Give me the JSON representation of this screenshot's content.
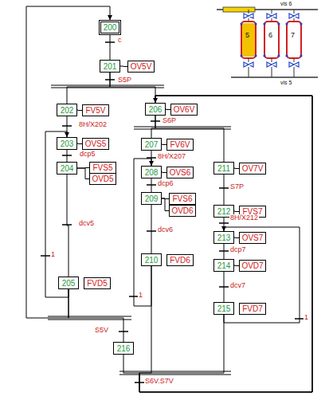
{
  "diagram": {
    "nodes": [
      {
        "text": [
          "200"
        ]
      },
      {
        "text": [
          "201"
        ]
      },
      {
        "text": [
          "OV5V"
        ]
      },
      {
        "text": [
          "202"
        ]
      },
      {
        "text": [
          "FV5V"
        ]
      },
      {
        "text": [
          "206"
        ]
      },
      {
        "text": [
          "OV6V"
        ]
      },
      {
        "text": [
          "203"
        ]
      },
      {
        "text": [
          "OVS5"
        ]
      },
      {
        "text": [
          "204"
        ]
      },
      {
        "text": [
          "FVS5"
        ]
      },
      {
        "text": [
          "OVD5"
        ]
      },
      {
        "text": [
          "207"
        ]
      },
      {
        "text": [
          "FV6V"
        ]
      },
      {
        "text": [
          "208"
        ]
      },
      {
        "text": [
          "OVS6"
        ]
      },
      {
        "text": [
          "211"
        ]
      },
      {
        "text": [
          "OV7V"
        ]
      },
      {
        "text": [
          "209"
        ]
      },
      {
        "text": [
          "FVS6"
        ]
      },
      {
        "text": [
          "OVD6"
        ]
      },
      {
        "text": [
          "212"
        ]
      },
      {
        "text": [
          "FVS7"
        ]
      },
      {
        "text": [
          "213"
        ]
      },
      {
        "text": [
          "OVS7"
        ]
      },
      {
        "text": [
          "214"
        ]
      },
      {
        "text": [
          "OVD7"
        ]
      },
      {
        "text": [
          "210"
        ]
      },
      {
        "text": [
          "FVD6"
        ]
      },
      {
        "text": [
          "205"
        ]
      },
      {
        "text": [
          "FVD5"
        ]
      },
      {
        "text": [
          "215"
        ]
      },
      {
        "text": [
          "FVD7"
        ]
      },
      {
        "text": [
          "216"
        ]
      }
    ],
    "edges": [
      {
        "from": 0,
        "to": 1,
        "arrow": "none",
        "label": "c"
      },
      {
        "from": 1,
        "to": 2,
        "arrow": "none"
      },
      {
        "from": 1,
        "to": 3,
        "arrow": "none",
        "label": "S5P"
      },
      {
        "from": 1,
        "to": 5,
        "arrow": "none"
      },
      {
        "from": 3,
        "to": 4,
        "arrow": "none"
      },
      {
        "from": 3,
        "to": 7,
        "arrow": "none",
        "label": "8H/X202"
      },
      {
        "from": 5,
        "to": 6,
        "arrow": "none"
      },
      {
        "from": 5,
        "to": 12,
        "arrow": "none",
        "label": "S6P"
      },
      {
        "from": 5,
        "to": 16,
        "arrow": "none"
      },
      {
        "from": 7,
        "to": 8,
        "arrow": "none"
      },
      {
        "from": 7,
        "to": 9,
        "arrow": "none",
        "label": "dcp5"
      },
      {
        "from": 9,
        "to": 10,
        "arrow": "none"
      },
      {
        "from": 9,
        "to": 11,
        "arrow": "none"
      },
      {
        "from": 9,
        "to": 29,
        "arrow": "none",
        "label": "dcv5"
      },
      {
        "from": 29,
        "to": 7,
        "arrow": "to",
        "label": "1"
      },
      {
        "from": 12,
        "to": 13,
        "arrow": "none"
      },
      {
        "from": 12,
        "to": 14,
        "arrow": "none",
        "label": "8H/X207"
      },
      {
        "from": 14,
        "to": 15,
        "arrow": "none"
      },
      {
        "from": 14,
        "to": 18,
        "arrow": "none",
        "label": "dcp6"
      },
      {
        "from": 18,
        "to": 19,
        "arrow": "none"
      },
      {
        "from": 18,
        "to": 20,
        "arrow": "none"
      },
      {
        "from": 18,
        "to": 27,
        "arrow": "none",
        "label": "dcv6"
      },
      {
        "from": 27,
        "to": 14,
        "arrow": "to",
        "label": "1"
      },
      {
        "from": 16,
        "to": 17,
        "arrow": "none"
      },
      {
        "from": 16,
        "to": 21,
        "arrow": "none",
        "label": "S7P"
      },
      {
        "from": 21,
        "to": 22,
        "arrow": "none"
      },
      {
        "from": 21,
        "to": 23,
        "arrow": "none",
        "label": "8H/X212"
      },
      {
        "from": 23,
        "to": 24,
        "arrow": "none"
      },
      {
        "from": 23,
        "to": 25,
        "arrow": "none",
        "label": "dcp7"
      },
      {
        "from": 25,
        "to": 26,
        "arrow": "none"
      },
      {
        "from": 25,
        "to": 31,
        "arrow": "none",
        "label": "dcv7"
      },
      {
        "from": 31,
        "to": 23,
        "arrow": "to",
        "label": "1"
      },
      {
        "from": 29,
        "to": 33,
        "arrow": "none",
        "label": "S5V"
      },
      {
        "from": 33,
        "to": 5,
        "arrow": "to",
        "label": "S6V.S7V"
      },
      {
        "from": 27,
        "to": 5,
        "arrow": "none"
      },
      {
        "from": 31,
        "to": 5,
        "arrow": "none"
      },
      {
        "from": 29,
        "to": 0,
        "arrow": "to"
      }
    ],
    "labels": [
      "5",
      "6",
      "7",
      "vis 6",
      "vis 5"
    ]
  }
}
